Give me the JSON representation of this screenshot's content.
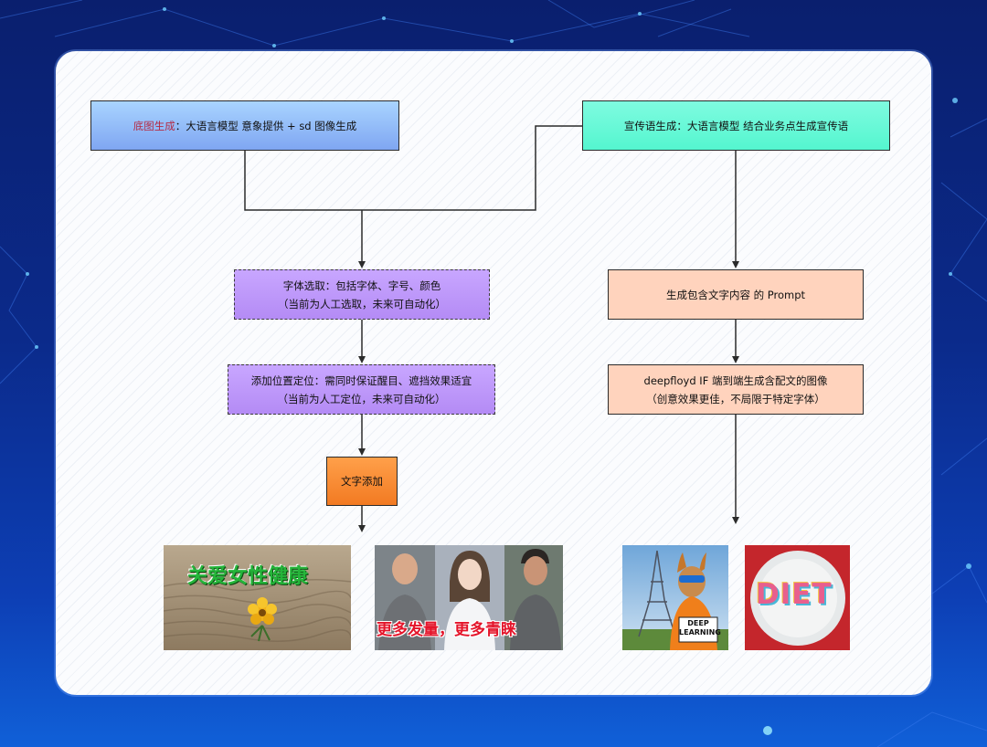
{
  "flow": {
    "left_top": {
      "prefix": "底图生成",
      "suffix": "：大语言模型 意象提供 + sd 图像生成"
    },
    "right_top": {
      "text": "宣传语生成：大语言模型 结合业务点生成宣传语"
    },
    "font_select": {
      "line1": "字体选取：包括字体、字号、颜色",
      "line2": "（当前为人工选取，未来可自动化）"
    },
    "position": {
      "line1": "添加位置定位：需同时保证醒目、遮挡效果适宜",
      "line2": "（当前为人工定位，未来可自动化）"
    },
    "text_add": {
      "text": "文字添加"
    },
    "prompt_gen": {
      "text": "生成包含文字内容 的 Prompt"
    },
    "deepfloyd": {
      "line1": "deepfloyd IF 端到端生成含配文的图像",
      "line2": "（创意效果更佳，不局限于特定字体）"
    }
  },
  "examples": {
    "desert": {
      "caption": "关爱女性健康"
    },
    "people": {
      "caption": "更多发量，更多青睐"
    },
    "kangaroo": {
      "sign": "DEEP LEARNING"
    },
    "diet": {
      "word": "DIET"
    }
  },
  "colors": {
    "accent_title": "#b42a43",
    "card_bg": "#fbfcfe",
    "arrow": "#2b2b2b"
  }
}
